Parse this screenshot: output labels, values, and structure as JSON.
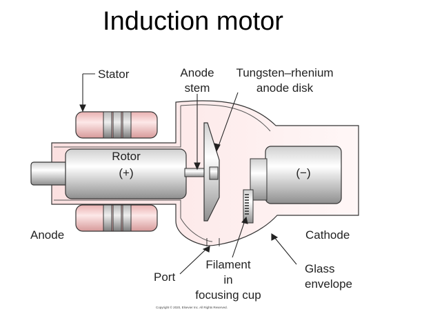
{
  "title": "Induction motor",
  "labels": {
    "stator": "Stator",
    "anode_stem_1": "Anode",
    "anode_stem_2": "stem",
    "disk_1": "Tungsten–rhenium",
    "disk_2": "anode disk",
    "rotor": "Rotor",
    "rotor_sign": "(+)",
    "cathode_sign": "(−)",
    "anode": "Anode",
    "cathode": "Cathode",
    "port": "Port",
    "filament_1": "Filament",
    "filament_2": "in",
    "filament_3": "focusing cup",
    "glass_1": "Glass",
    "glass_2": "envelope"
  },
  "copyright": "Copyright © 2020, Elsevier Inc. All Rights Reserved.",
  "colors": {
    "envelope_fill": "#fbe3e3",
    "stator_fill": "#f2c4c4",
    "metal_light": "#f4f4f4",
    "metal_dark": "#9a9a9a",
    "line": "#222222"
  }
}
